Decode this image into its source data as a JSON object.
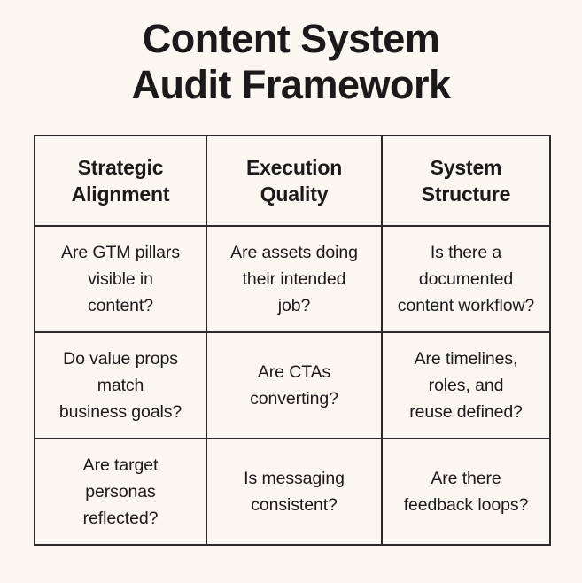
{
  "colors": {
    "background": "#FAF6F0",
    "text": "#1A1A1A",
    "border": "#2A2A2A"
  },
  "title": {
    "line1": "Content System",
    "line2": "Audit Framework",
    "full": "Content System Audit Framework"
  },
  "table": {
    "columns": [
      {
        "header_line1": "Strategic",
        "header_line2": "Alignment",
        "header_full": "Strategic Alignment"
      },
      {
        "header_line1": "Execution",
        "header_line2": "Quality",
        "header_full": "Execution Quality"
      },
      {
        "header_line1": "System",
        "header_line2": "Structure",
        "header_full": "System Structure"
      }
    ],
    "rows": [
      {
        "cells": [
          {
            "line1": "Are GTM pillars",
            "line2": "visible in",
            "line3": "content?",
            "full": "Are GTM pillars visible in content?"
          },
          {
            "line1": "Are assets doing",
            "line2": "their intended",
            "line3": "job?",
            "full": "Are assets doing their intended job?"
          },
          {
            "line1": "Is there a",
            "line2": "documented",
            "line3": "content workflow?",
            "full": "Is there a documented content workflow?"
          }
        ]
      },
      {
        "cells": [
          {
            "line1": "Do value props",
            "line2": "match",
            "line3": "business goals?",
            "full": "Do value props match business goals?"
          },
          {
            "line1": "Are CTAs",
            "line2": "converting?",
            "line3": "",
            "full": "Are CTAs converting?"
          },
          {
            "line1": "Are timelines,",
            "line2": "roles, and",
            "line3": "reuse defined?",
            "full": "Are timelines, roles, and reuse defined?"
          }
        ]
      },
      {
        "cells": [
          {
            "line1": "Are target",
            "line2": "personas",
            "line3": "reflected?",
            "full": "Are target personas reflected?"
          },
          {
            "line1": "Is messaging",
            "line2": "consistent?",
            "line3": "",
            "full": "Is messaging consistent?"
          },
          {
            "line1": "Are there",
            "line2": "feedback loops?",
            "line3": "",
            "full": "Are there feedback loops?"
          }
        ]
      }
    ]
  }
}
